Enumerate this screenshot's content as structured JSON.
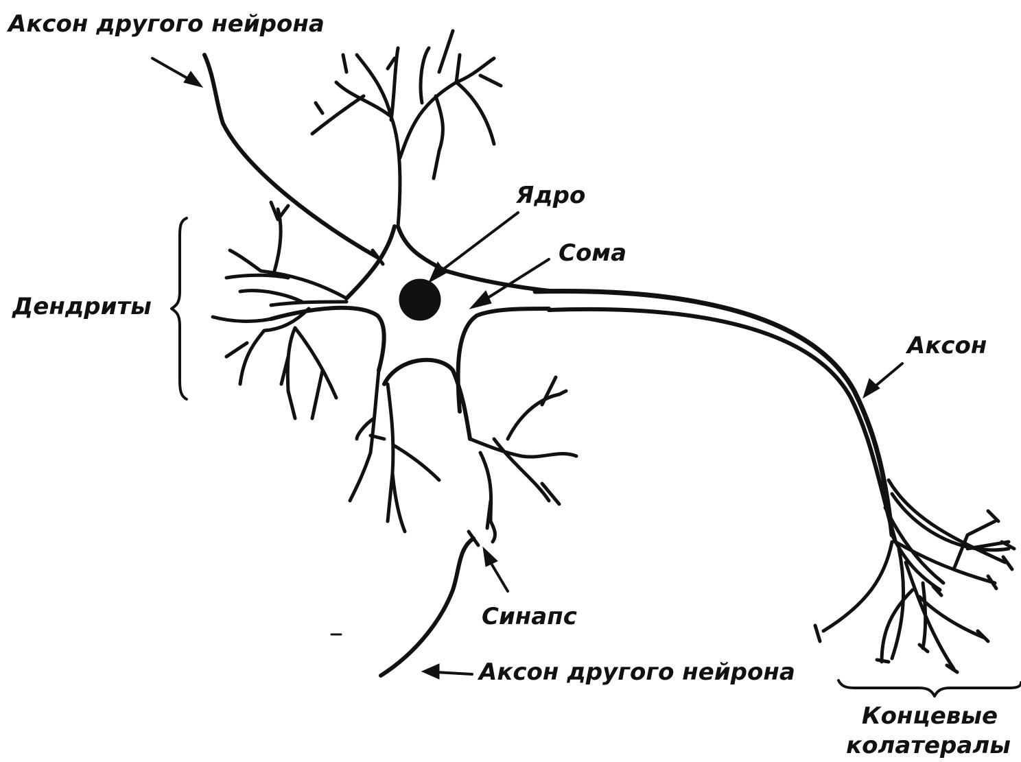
{
  "labels": {
    "other_axon_top": "Аксон другого нейрона",
    "nucleus": "Ядро",
    "soma": "Сома",
    "dendrites": "Дендриты",
    "axon": "Аксон",
    "synapse": "Синапс",
    "other_axon_bottom": "Аксон другого нейрона",
    "terminal_line1": "Концевые",
    "terminal_line2": "колатералы"
  }
}
